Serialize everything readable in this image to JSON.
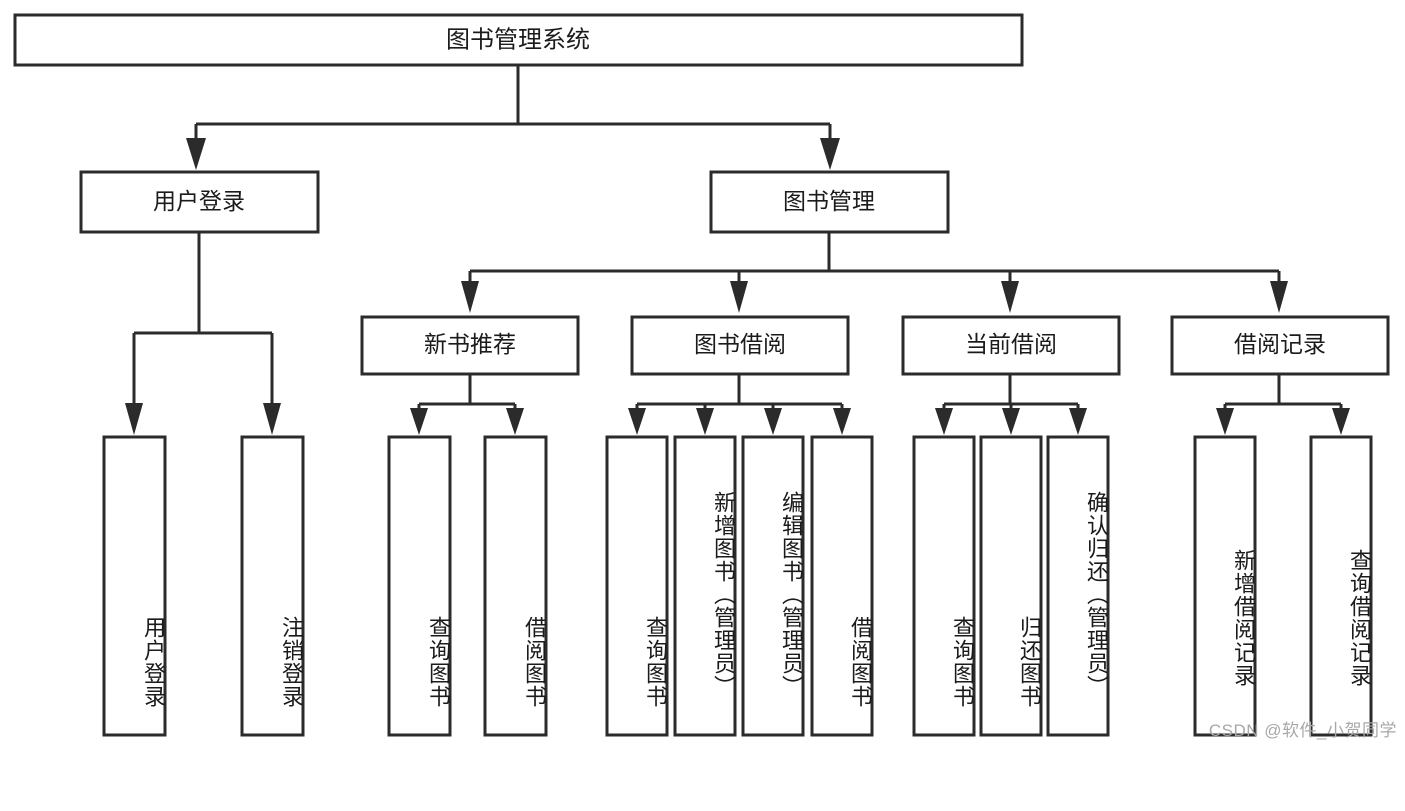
{
  "diagram": {
    "title_node": {
      "label": "图书管理系统"
    },
    "level1": [
      {
        "id": "user-login",
        "label": "用户登录"
      },
      {
        "id": "book-manage",
        "label": "图书管理"
      }
    ],
    "level2": [
      {
        "id": "new-book-recommend",
        "label": "新书推荐"
      },
      {
        "id": "book-borrow",
        "label": "图书借阅"
      },
      {
        "id": "current-borrow",
        "label": "当前借阅"
      },
      {
        "id": "borrow-record",
        "label": "借阅记录"
      }
    ],
    "leaves": [
      {
        "id": "leaf-user-login",
        "label": "用户登录",
        "parent": "user-login"
      },
      {
        "id": "leaf-logout-login",
        "label": "注销登录",
        "parent": "user-login"
      },
      {
        "id": "leaf-query-book-1",
        "label": "查询图书",
        "parent": "new-book-recommend"
      },
      {
        "id": "leaf-borrow-book-1",
        "label": "借阅图书",
        "parent": "new-book-recommend"
      },
      {
        "id": "leaf-query-book-2",
        "label": "查询图书",
        "parent": "book-borrow"
      },
      {
        "id": "leaf-add-book",
        "label": "新增图书（管理员）",
        "parent": "book-borrow"
      },
      {
        "id": "leaf-edit-book",
        "label": "编辑图书（管理员）",
        "parent": "book-borrow"
      },
      {
        "id": "leaf-borrow-book-2",
        "label": "借阅图书",
        "parent": "book-borrow"
      },
      {
        "id": "leaf-query-book-3",
        "label": "查询图书",
        "parent": "current-borrow"
      },
      {
        "id": "leaf-return-book",
        "label": "归还图书",
        "parent": "current-borrow"
      },
      {
        "id": "leaf-confirm-return",
        "label": "确认归还（管理员）",
        "parent": "current-borrow"
      },
      {
        "id": "leaf-add-record",
        "label": "新增借阅记录",
        "parent": "borrow-record"
      },
      {
        "id": "leaf-query-record",
        "label": "查询借阅记录",
        "parent": "borrow-record"
      }
    ],
    "watermark": "CSDN @软件_小贺同学",
    "colors": {
      "stroke": "#2b2b2b",
      "fill": "#ffffff",
      "text": "#1b1b1b",
      "watermark": "#a8a8a8"
    }
  }
}
